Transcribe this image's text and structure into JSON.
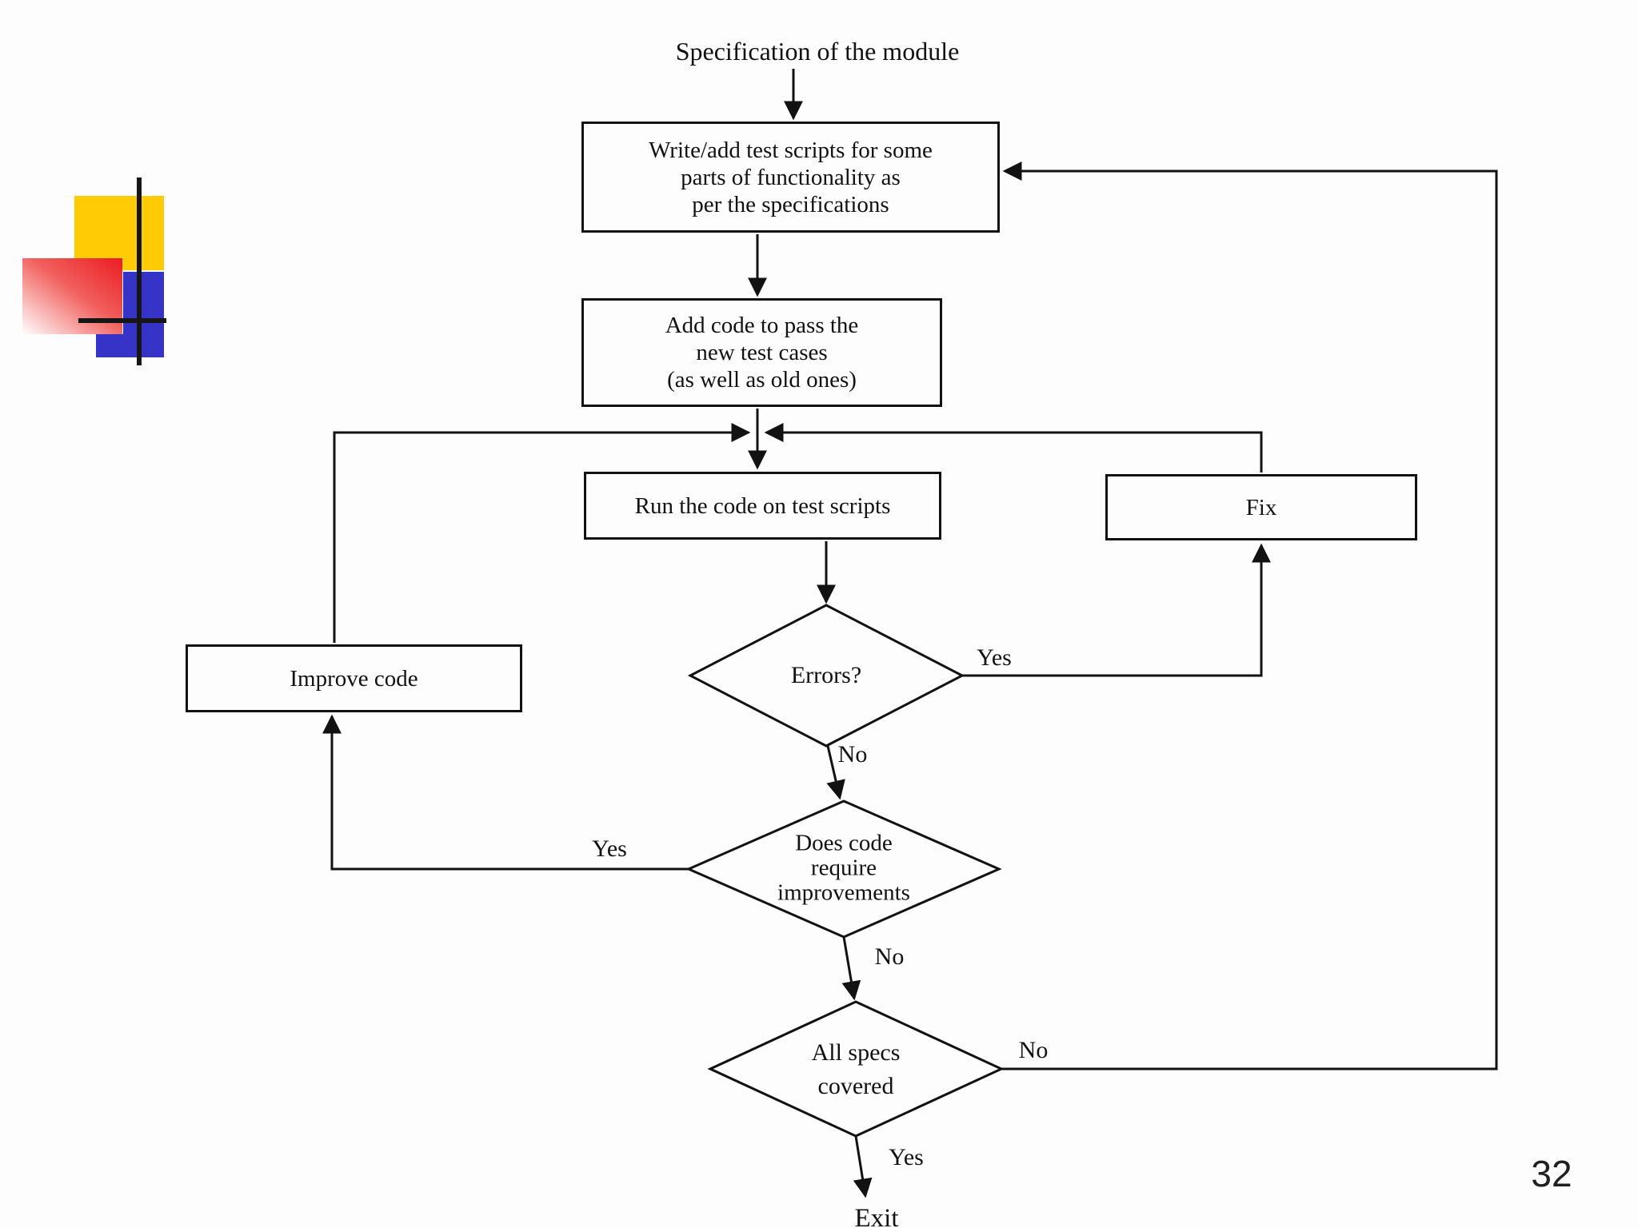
{
  "page": {
    "number": "32",
    "background": "#fdfdfd",
    "ink": "#121212"
  },
  "flowchart": {
    "start_label": "Specification of the module",
    "boxes": {
      "write_tests": "Write/add test scripts for some\nparts of functionality as\nper the specifications",
      "add_code": "Add code to pass the\nnew test cases\n(as well as old ones)",
      "run_code": "Run the code on test scripts",
      "fix": "Fix",
      "improve": "Improve code"
    },
    "decisions": {
      "errors": "Errors?",
      "improvements": "Does code\nrequire\nimprovements",
      "all_specs": "All specs\ncovered"
    },
    "edge_labels": {
      "errors_yes": "Yes",
      "errors_no": "No",
      "improve_yes": "Yes",
      "improve_no": "No",
      "specs_no": "No",
      "specs_yes": "Yes"
    },
    "end_label": "Exit",
    "edges": [
      {
        "from": "start",
        "to": "write_tests",
        "label": ""
      },
      {
        "from": "write_tests",
        "to": "add_code",
        "label": ""
      },
      {
        "from": "add_code",
        "to": "run_code",
        "label": ""
      },
      {
        "from": "run_code",
        "to": "errors",
        "label": ""
      },
      {
        "from": "errors",
        "to": "fix",
        "label": "Yes"
      },
      {
        "from": "fix",
        "to": "run_code",
        "label": ""
      },
      {
        "from": "errors",
        "to": "improvements",
        "label": "No"
      },
      {
        "from": "improvements",
        "to": "improve",
        "label": "Yes"
      },
      {
        "from": "improve",
        "to": "run_code",
        "label": ""
      },
      {
        "from": "improvements",
        "to": "all_specs",
        "label": "No"
      },
      {
        "from": "all_specs",
        "to": "write_tests",
        "label": "No"
      },
      {
        "from": "all_specs",
        "to": "exit",
        "label": "Yes"
      }
    ]
  },
  "logo": {
    "colors": {
      "yellow": "#FFCB05",
      "blue": "#3634C8",
      "red": "#EB1C24",
      "red_mid": "#F15F5C",
      "red_fade_to": "#FEFEFE",
      "cross": "#161616"
    }
  }
}
